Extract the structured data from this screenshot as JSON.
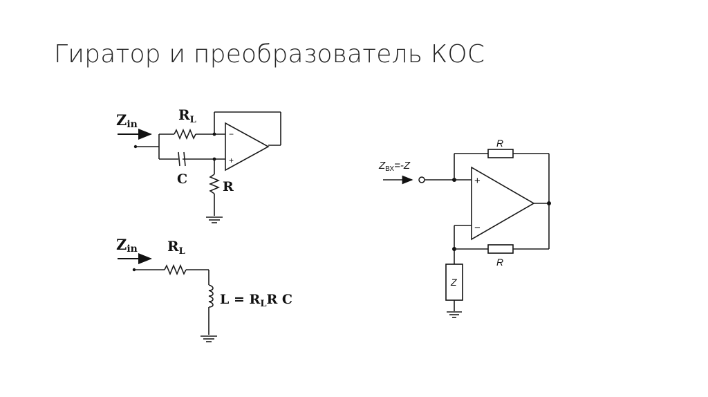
{
  "title": "Гиратор и преобразователь КОС",
  "gyrator": {
    "zin": "Z",
    "zin_sub": "in",
    "rl": "R",
    "rl_sub": "L",
    "c": "C",
    "r": "R",
    "minus": "−",
    "plus": "+"
  },
  "equivalent": {
    "zin": "Z",
    "zin_sub": "in",
    "rl": "R",
    "rl_sub": "L",
    "formula_prefix": "L = R",
    "formula_sub": "L",
    "formula_suffix": "R C"
  },
  "nic": {
    "zin": "Z",
    "zin_sub": "ВХ",
    "zin_rest": "=-Z",
    "r_top": "R",
    "r_bottom": "R",
    "z": "Z",
    "plus": "+",
    "minus": "−"
  }
}
